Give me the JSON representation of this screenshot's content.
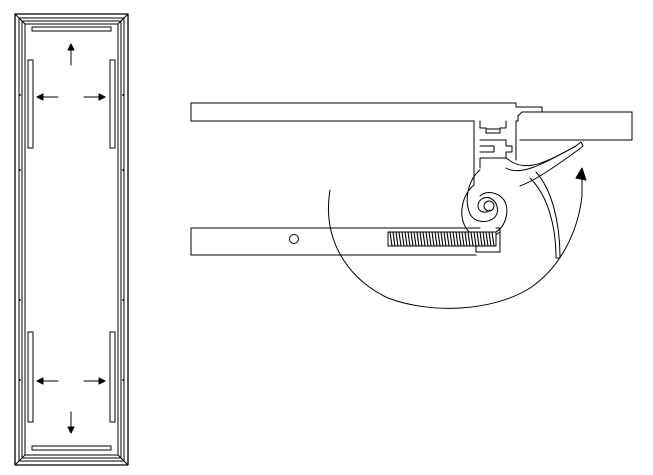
{
  "figure": {
    "kind": "technical-line-drawing",
    "colors": {
      "stroke": "#000000",
      "background": "#ffffff",
      "pale_fill": "#ffffff"
    },
    "frame_view": {
      "corner_marks": 4,
      "side_dots_per_edge": 4,
      "arrow_icons": [
        "arrow-up-icon",
        "arrow-left-icon",
        "arrow-right-icon",
        "arrow-down-icon"
      ]
    },
    "section_view": {
      "rotation_arrow_icon": "curved-arrow-icon",
      "spring_icon": "threaded-spring-icon"
    }
  }
}
